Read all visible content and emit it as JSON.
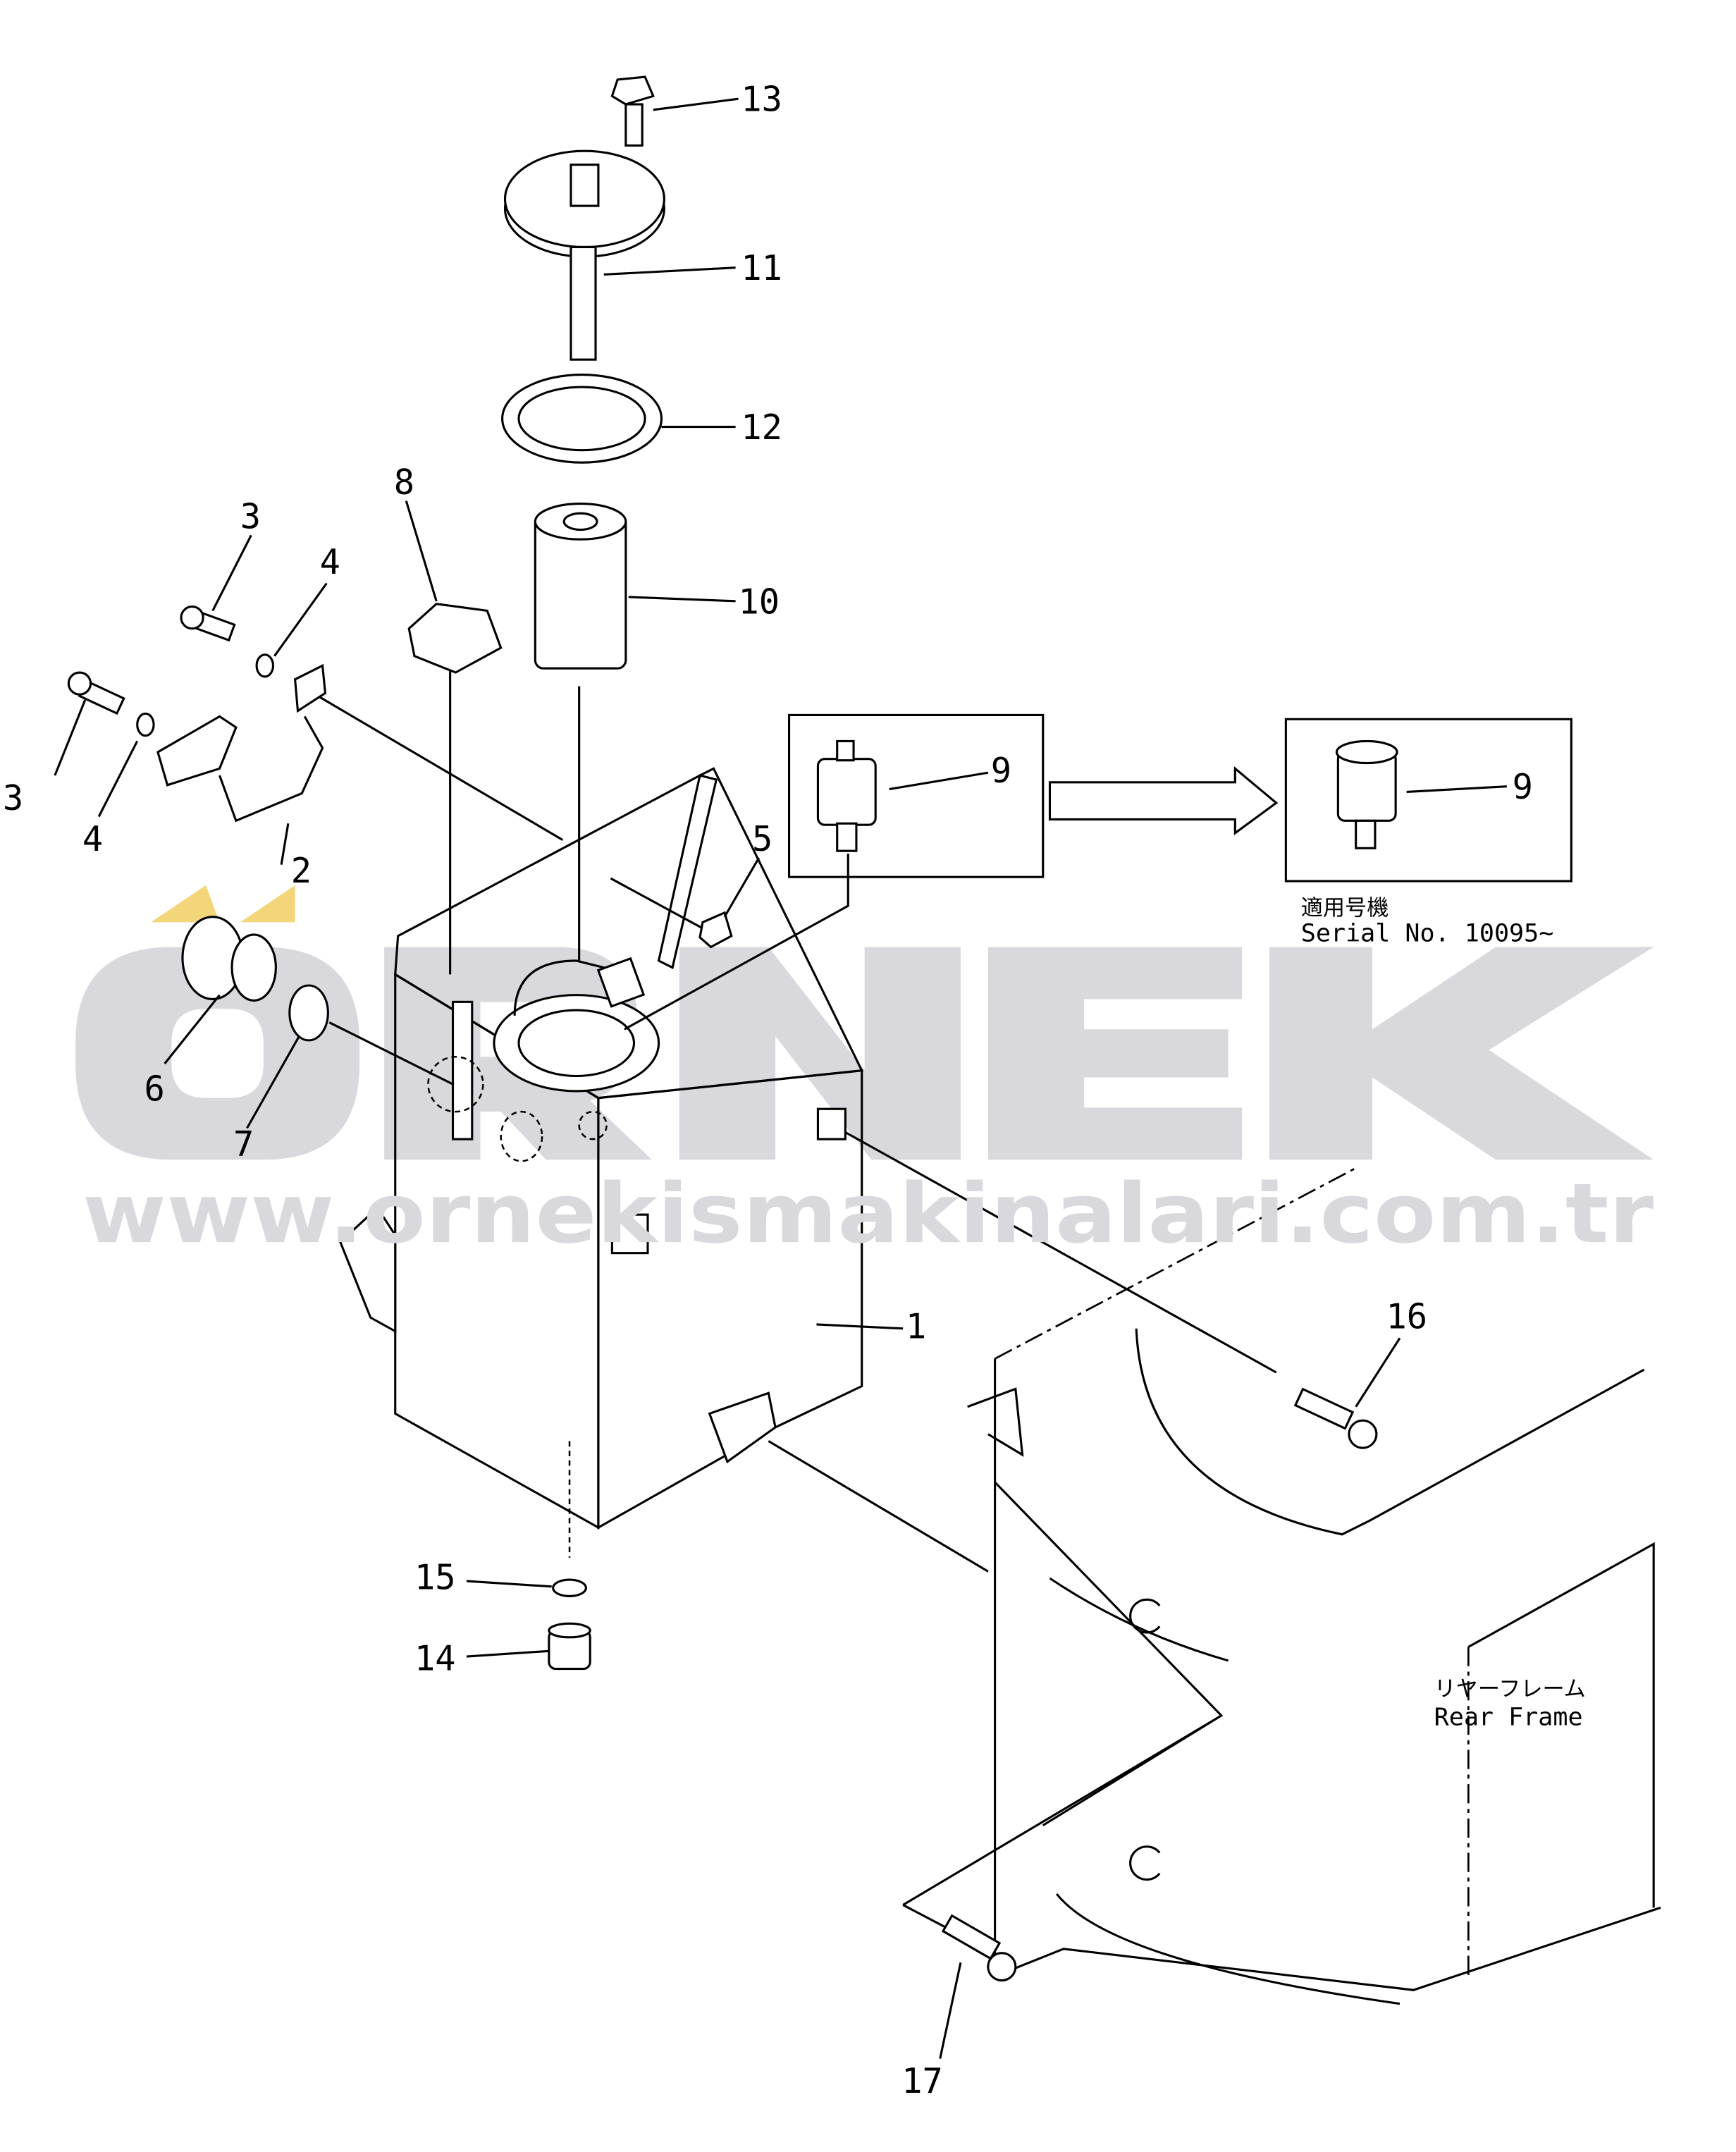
{
  "watermark": {
    "logo": "ORNEK",
    "url": "www.ornekismakinalari.com.tr",
    "color": "#d9d8dc",
    "accent": "#f3d67a"
  },
  "callouts": [
    "1",
    "2",
    "3",
    "3",
    "4",
    "4",
    "5",
    "6",
    "7",
    "8",
    "9",
    "9",
    "10",
    "11",
    "12",
    "13",
    "14",
    "15",
    "16",
    "17"
  ],
  "detail_note": {
    "jp": "適用号機",
    "serial": "Serial  No.  10095~"
  },
  "frame_label": {
    "jp": "リヤーフレーム",
    "en": "Rear  Frame"
  }
}
